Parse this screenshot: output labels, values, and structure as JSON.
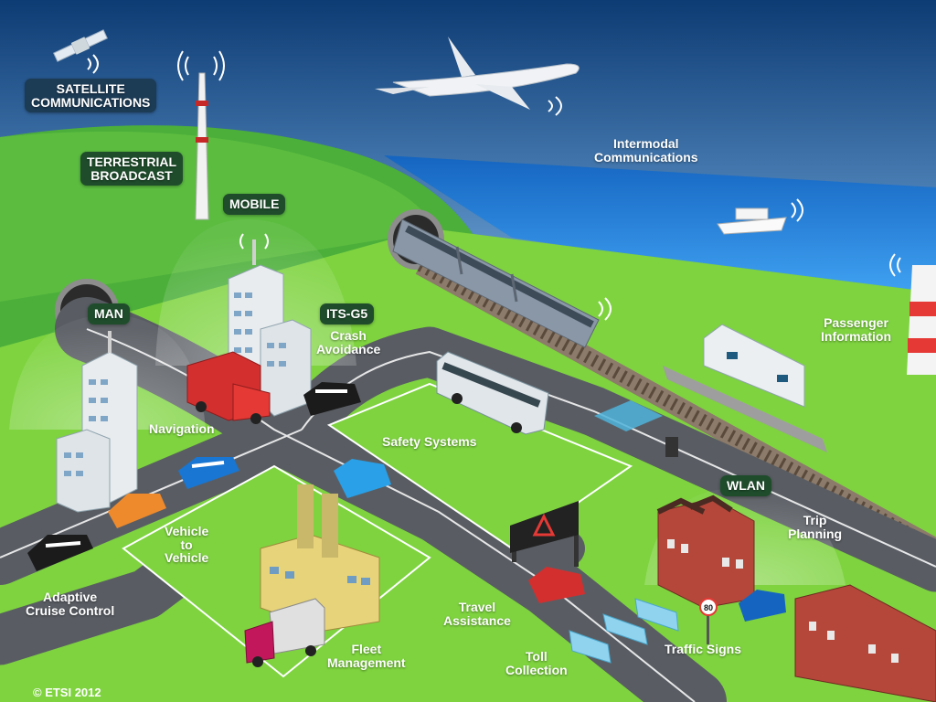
{
  "labels": {
    "satellite": "SATELLITE\nCOMMUNICATIONS",
    "terrestrial": "TERRESTRIAL\nBROADCAST",
    "mobile": "MOBILE",
    "man": "MAN",
    "itsg5": "ITS-G5",
    "wlan": "WLAN",
    "intermodal": "Intermodal\nCommunications",
    "passenger": "Passenger\nInformation",
    "crash": "Crash\nAvoidance",
    "navigation": "Navigation",
    "safety": "Safety Systems",
    "v2v": "Vehicle\nto\nVehicle",
    "acc": "Adaptive\nCruise Control",
    "fleet": "Fleet\nManagement",
    "travel": "Travel\nAssistance",
    "toll": "Toll\nCollection",
    "traffic": "Traffic Signs",
    "trip": "Trip\nPlanning",
    "speed_sign": "80",
    "copyright": "© ETSI 2012"
  },
  "colors": {
    "sky_top": "#0d3b73",
    "sky_bottom": "#6fa8dc",
    "sea": "#1e88e5",
    "grass": "#7ed33f",
    "road": "#595d63",
    "label_bg": "#1f4d2c"
  },
  "icons": [
    "satellite-icon",
    "broadcast-tower-icon",
    "airplane-icon",
    "ship-icon",
    "train-icon",
    "bus-icon",
    "truck-icon",
    "car-icon",
    "factory-icon",
    "station-icon",
    "lighthouse-icon",
    "building-icon",
    "house-icon",
    "signal-waves-icon"
  ]
}
